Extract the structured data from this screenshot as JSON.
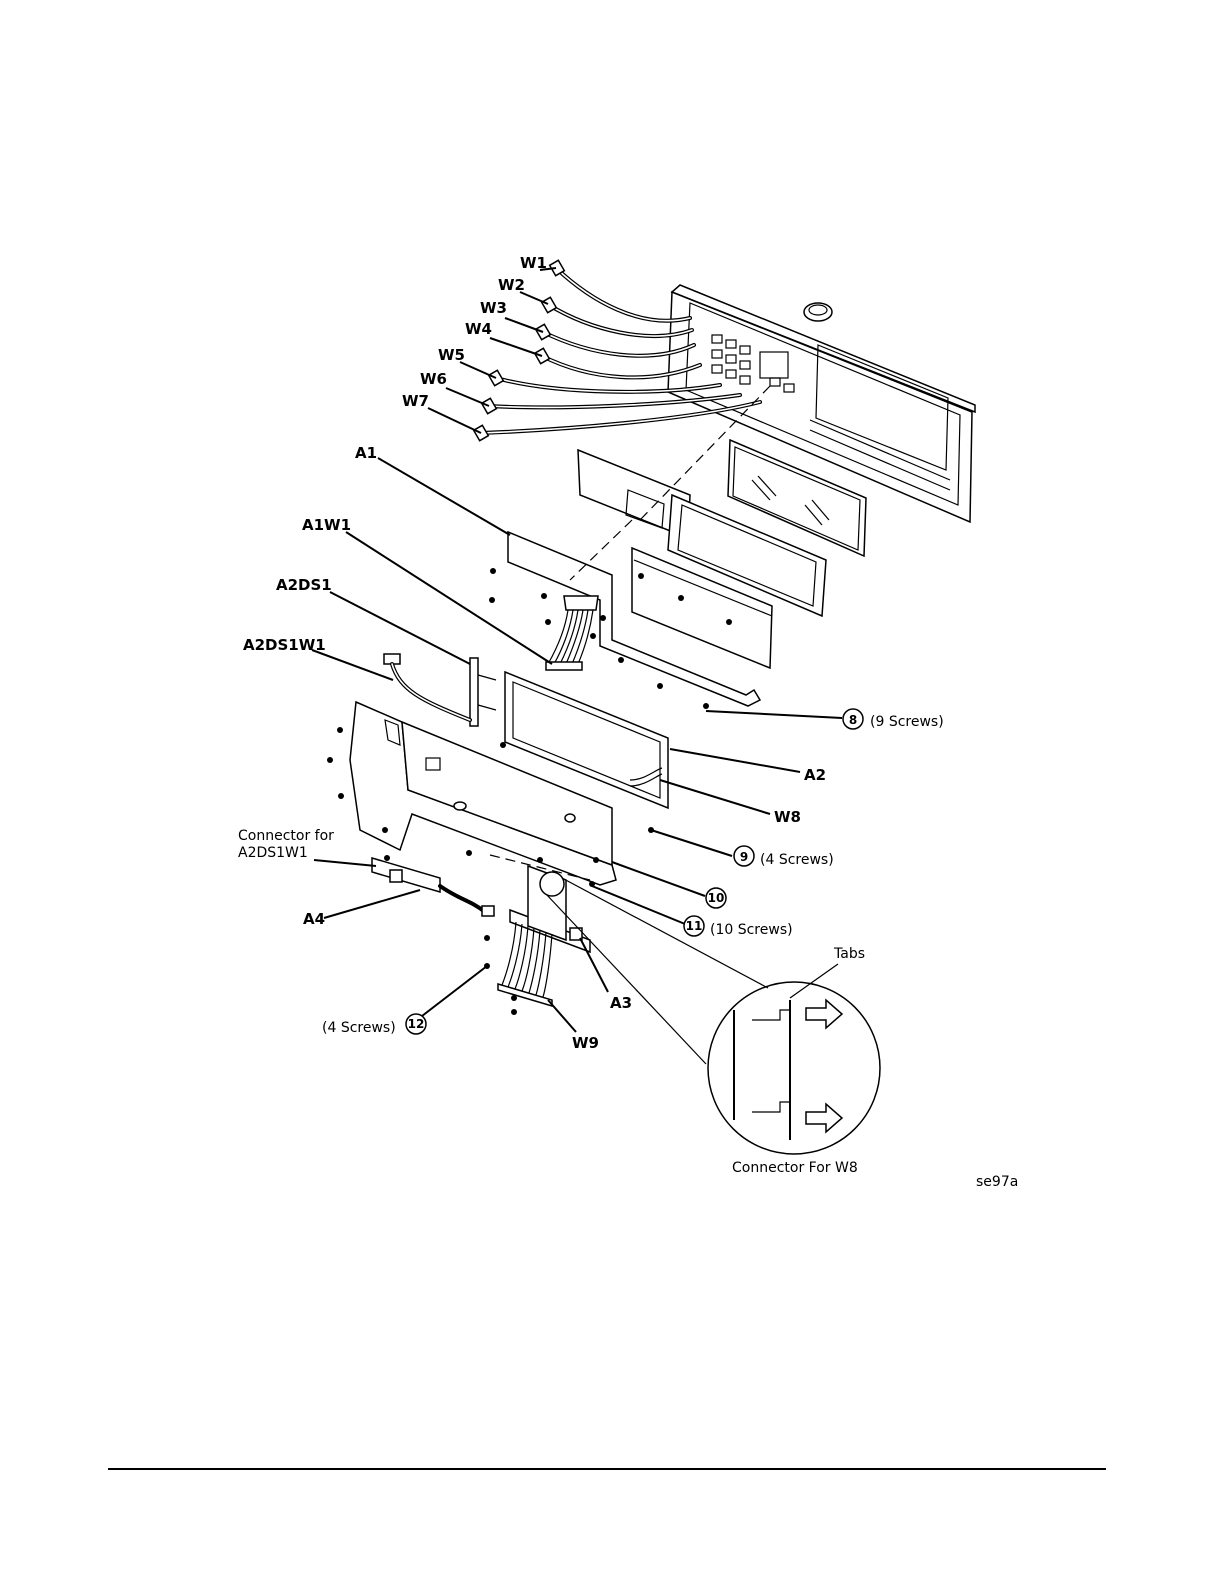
{
  "labels": {
    "w1": "W1",
    "w2": "W2",
    "w3": "W3",
    "w4": "W4",
    "w5": "W5",
    "w6": "W6",
    "w7": "W7",
    "a1": "A1",
    "a1w1": "A1W1",
    "a2ds1": "A2DS1",
    "a2ds1w1": "A2DS1W1",
    "a2": "A2",
    "w8": "W8",
    "a3": "A3",
    "a4": "A4",
    "w9": "W9",
    "connector_a2ds1w1_line1": "Connector for",
    "connector_a2ds1w1_line2": "A2DS1W1",
    "tabs": "Tabs",
    "connector_w8": "Connector For W8",
    "figure_id": "se97a"
  },
  "callouts": {
    "c8": {
      "number": "8",
      "note": "(9 Screws)"
    },
    "c9": {
      "number": "9",
      "note": "(4 Screws)"
    },
    "c10": {
      "number": "10"
    },
    "c11": {
      "number": "11",
      "note": "(10 Screws)"
    },
    "c12": {
      "number": "12",
      "note": "(4 Screws)"
    }
  }
}
